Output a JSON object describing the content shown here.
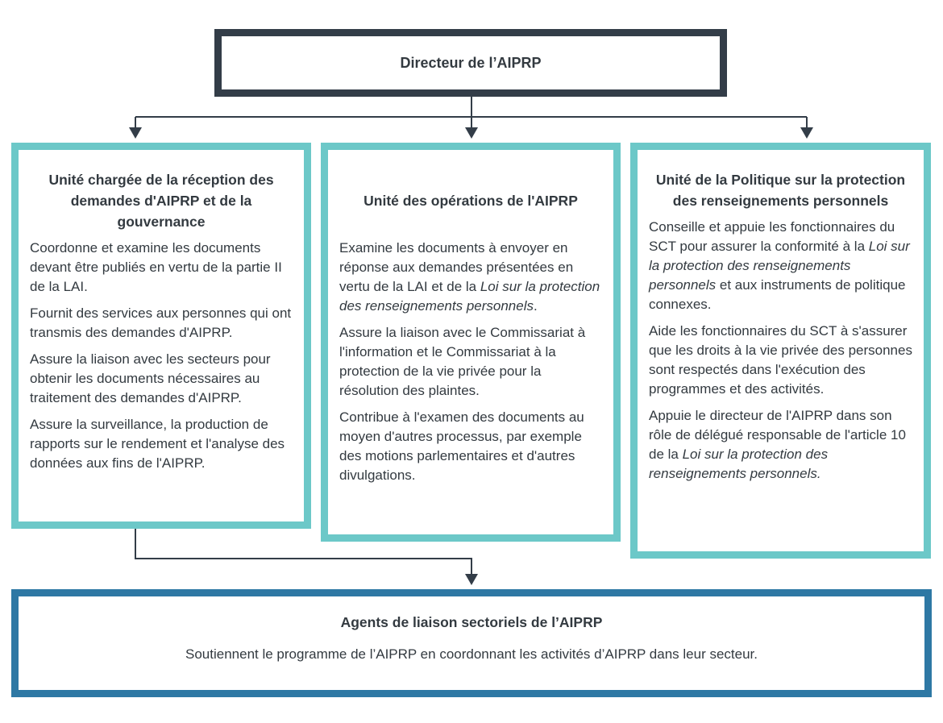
{
  "director": {
    "title": "Directeur de l’AIPRP"
  },
  "units": [
    {
      "title": "Unité chargée de la réception des demandes d'AIPRP et de la gouvernance",
      "paragraphs": [
        [
          {
            "t": "Coordonne et examine les documents devant être publiés en vertu de la partie II de la LAI."
          }
        ],
        [
          {
            "t": "Fournit des services aux personnes qui ont transmis des demandes d'AIPRP."
          }
        ],
        [
          {
            "t": "Assure la liaison avec les secteurs pour obtenir les documents nécessaires au traitement des demandes d'AIPRP."
          }
        ],
        [
          {
            "t": "Assure la surveillance, la production de rapports sur le rendement et l'analyse des données aux fins de l'AIPRP."
          }
        ]
      ]
    },
    {
      "title": "Unité des opérations de l'AIPRP",
      "paragraphs": [
        [
          {
            "t": "Examine les documents à envoyer en réponse aux demandes présentées en vertu de la LAI et de la "
          },
          {
            "t": "Loi sur la protection des renseignements personnels",
            "i": true
          },
          {
            "t": "."
          }
        ],
        [
          {
            "t": "Assure la liaison avec le Commissariat à l'information et le Commissariat à la protection de la vie privée pour la résolution des plaintes."
          }
        ],
        [
          {
            "t": "Contribue à l'examen des documents au moyen d'autres processus, par exemple des motions parlementaires et d'autres divulgations."
          }
        ]
      ]
    },
    {
      "title": "Unité de la Politique sur la protection des renseignements personnels",
      "paragraphs": [
        [
          {
            "t": "Conseille et appuie les fonctionnaires du SCT pour assurer la conformité à la "
          },
          {
            "t": "Loi sur la protection des renseignements personnels",
            "i": true
          },
          {
            "t": " et aux instruments de politique connexes."
          }
        ],
        [
          {
            "t": "Aide les fonctionnaires du SCT à s'assurer que les droits à la vie privée des personnes sont respectés dans l'exécution des programmes et des activités."
          }
        ],
        [
          {
            "t": "Appuie le directeur de l'AIPRP dans son rôle de délégué responsable de l'article 10 de la "
          },
          {
            "t": "Loi sur la protection des renseignements personnels.",
            "i": true
          }
        ]
      ]
    }
  ],
  "agents": {
    "title": "Agents de liaison sectoriels de l’AIPRP",
    "text": "Soutiennent le programme de l’AIPRP en coordonnant les activités d’AIPRP dans leur secteur."
  },
  "colors": {
    "director_border": "#333d48",
    "unit_border": "#6cc8c8",
    "agents_border": "#2e78a4",
    "connector": "#333d48"
  }
}
